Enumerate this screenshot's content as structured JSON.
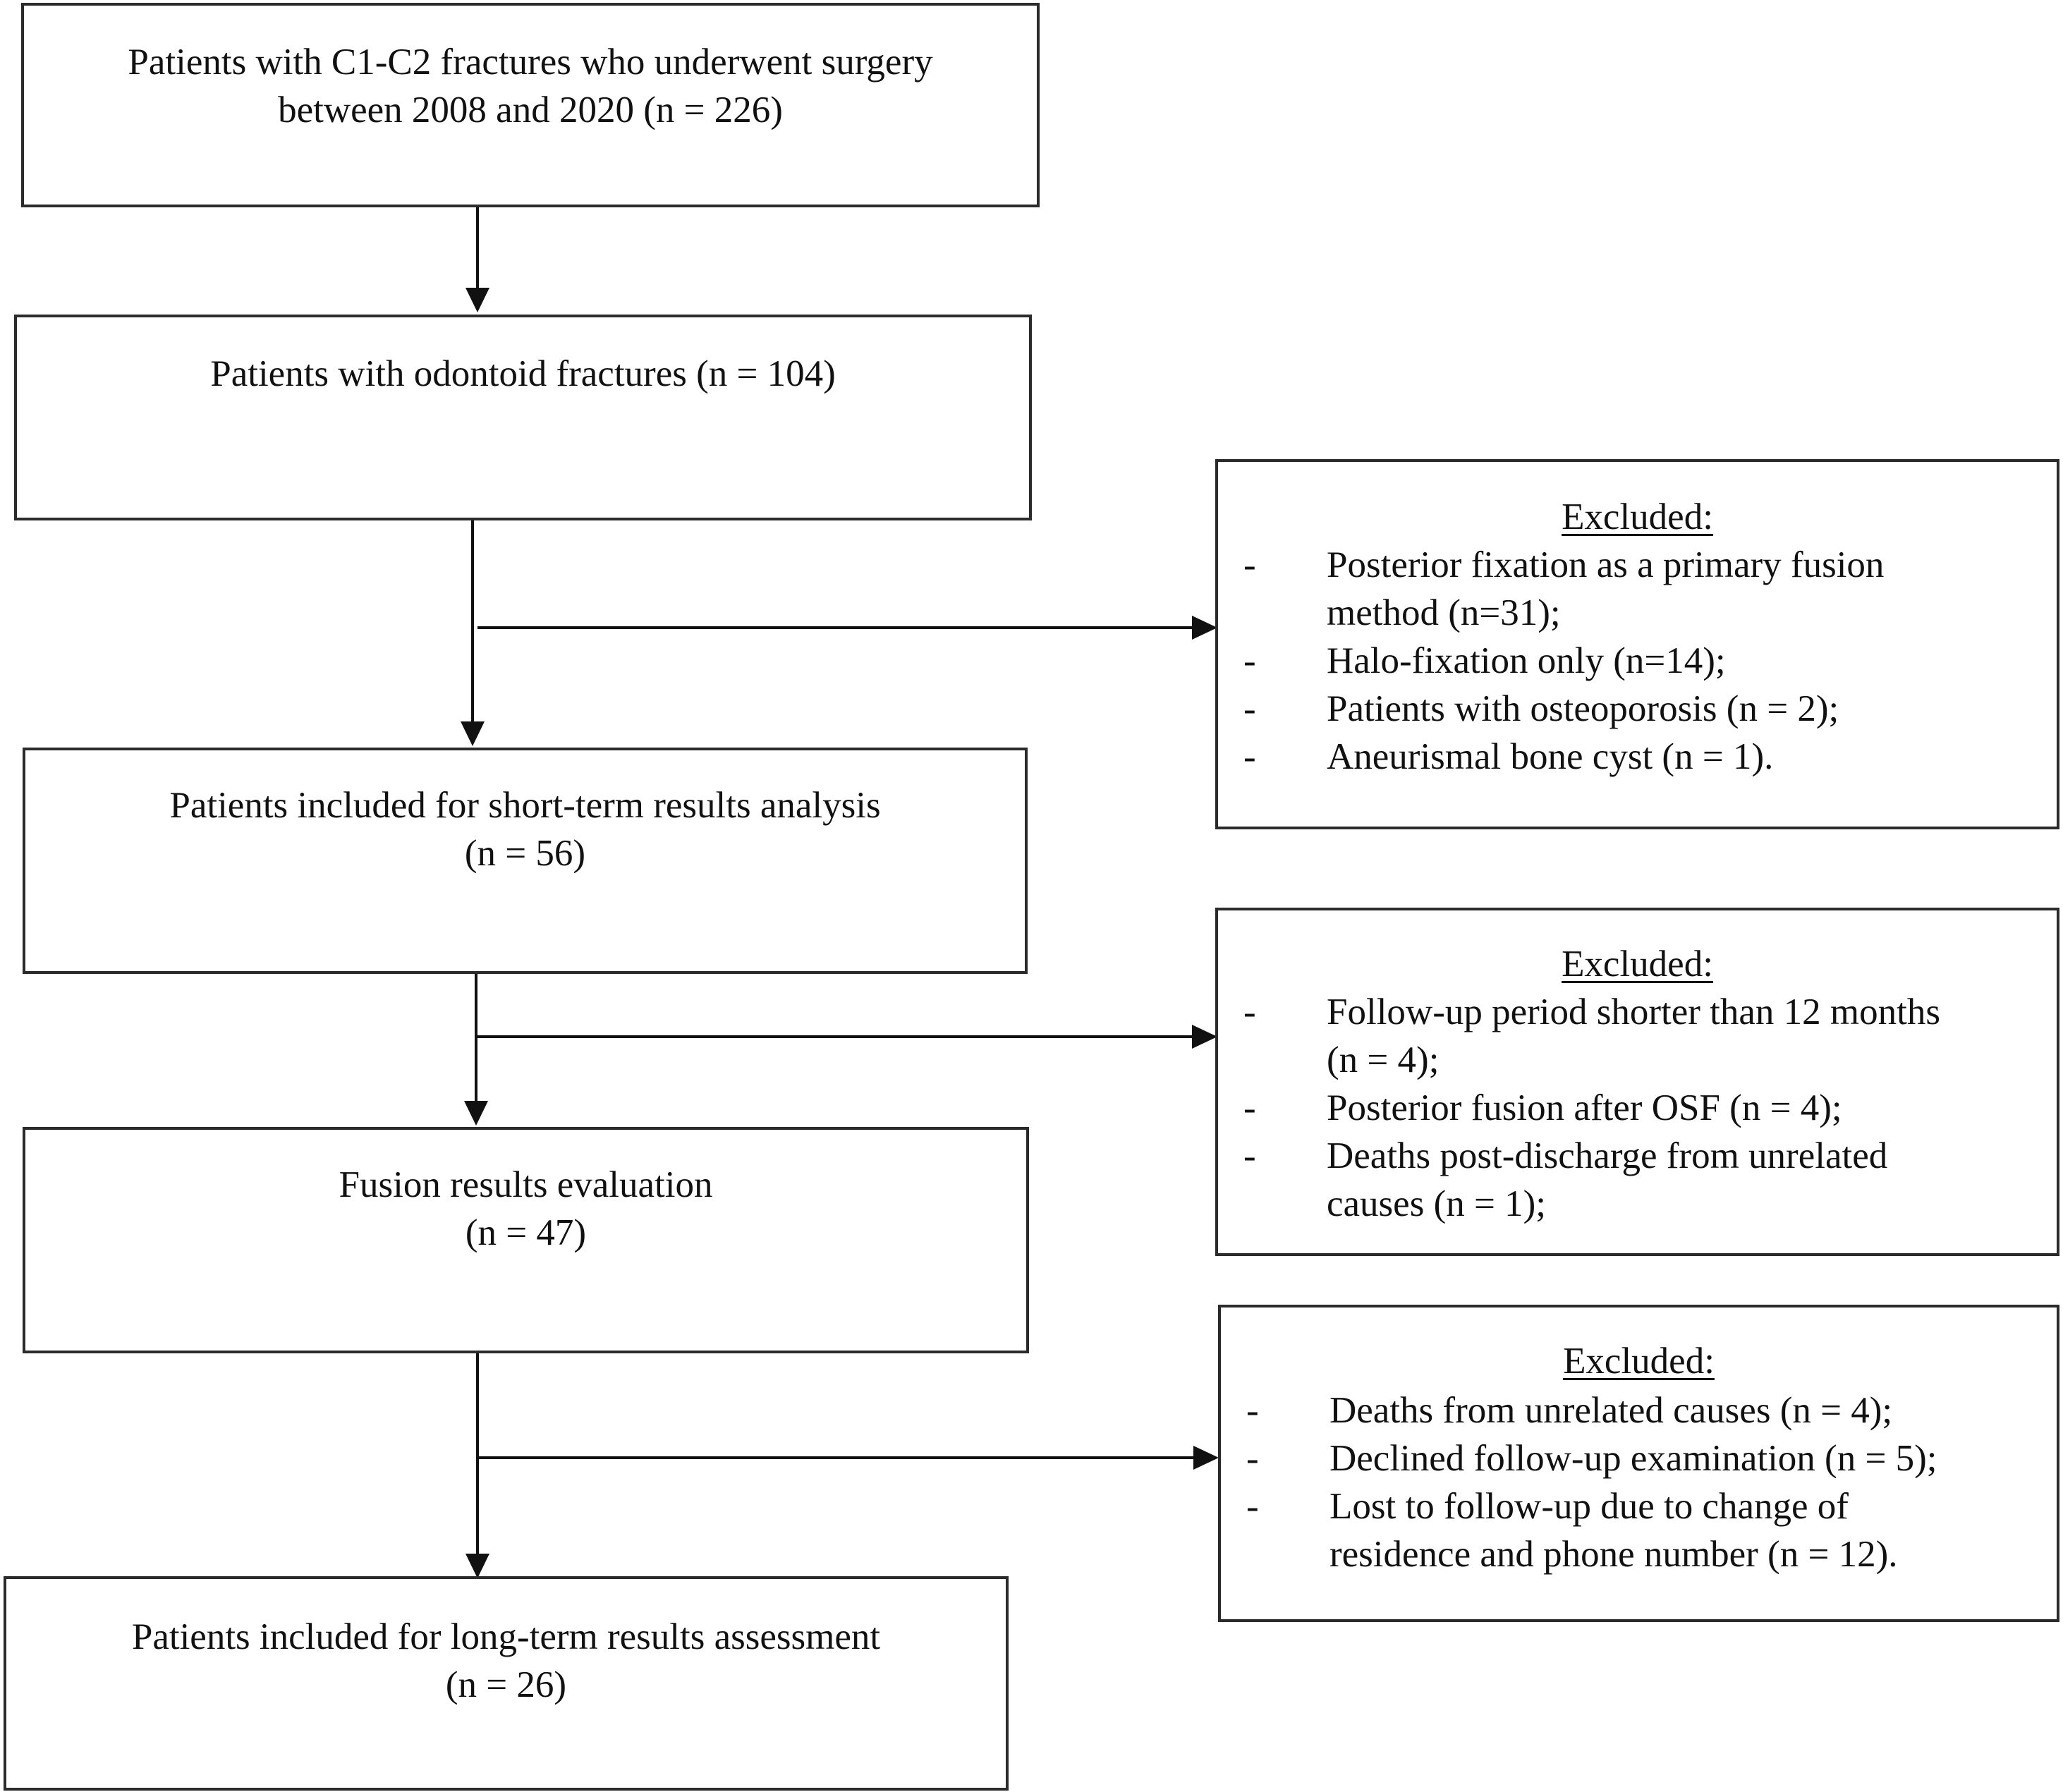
{
  "flow": {
    "step1": {
      "lines": [
        "Patients with C1-C2 fractures who underwent surgery",
        "between 2008 and 2020 (n = 226)"
      ]
    },
    "step2": {
      "lines": [
        "Patients with odontoid fractures (n = 104)"
      ]
    },
    "step3": {
      "lines": [
        "Patients included for short-term results analysis",
        "(n = 56)"
      ]
    },
    "step4": {
      "lines": [
        "Fusion results evaluation",
        "(n = 47)"
      ]
    },
    "step5": {
      "lines": [
        "Patients included for long-term results assessment",
        "(n = 26)"
      ]
    }
  },
  "exclusions": [
    {
      "title": "Excluded:",
      "bullet": "-",
      "items": [
        {
          "lines": [
            "Posterior fixation as a primary fusion",
            "method (n=31);"
          ]
        },
        {
          "lines": [
            "Halo-fixation only (n=14);"
          ]
        },
        {
          "lines": [
            "Patients with osteoporosis (n = 2);"
          ]
        },
        {
          "lines": [
            "Aneurismal bone cyst (n = 1)."
          ]
        }
      ]
    },
    {
      "title": "Excluded:",
      "bullet": "-",
      "items": [
        {
          "lines": [
            "Follow-up period shorter than 12 months",
            "(n = 4);"
          ]
        },
        {
          "lines": [
            "Posterior fusion after OSF (n = 4);"
          ]
        },
        {
          "lines": [
            "Deaths post-discharge from unrelated",
            "causes (n = 1);"
          ]
        }
      ]
    },
    {
      "title": "Excluded:",
      "bullet": "-",
      "items": [
        {
          "lines": [
            "Deaths from unrelated causes (n = 4);"
          ]
        },
        {
          "lines": [
            "Declined follow-up examination (n = 5);"
          ]
        },
        {
          "lines": [
            "Lost to follow-up due to change of",
            "residence and phone number (n = 12)."
          ]
        }
      ]
    }
  ]
}
